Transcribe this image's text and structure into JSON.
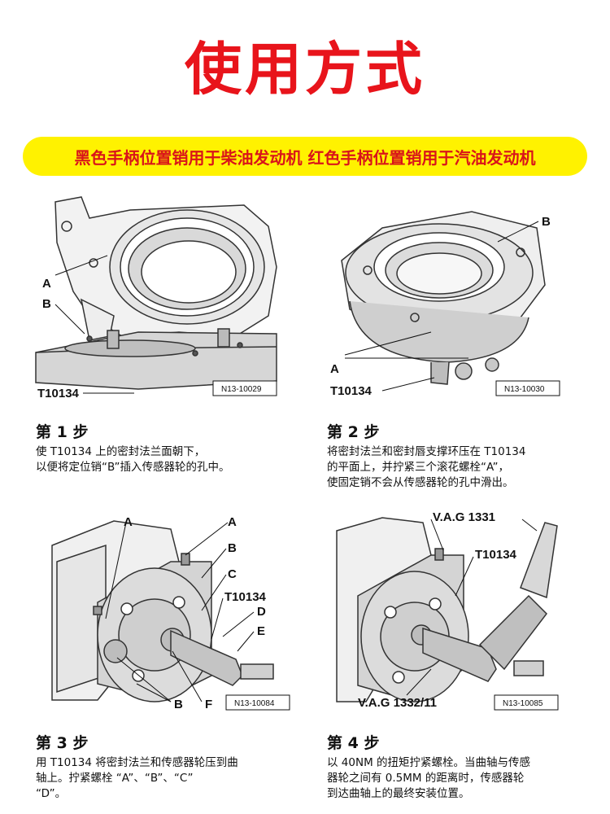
{
  "title": "使用方式",
  "banner": "黑色手柄位置销用于柴油发动机 红色手柄位置销用于汽油发动机",
  "figures": [
    {
      "ref": "N13-10029",
      "labels": {
        "a": "A",
        "b": "B",
        "tool": "T10134"
      }
    },
    {
      "ref": "N13-10030",
      "labels": {
        "b": "B",
        "a": "A",
        "tool": "T10134"
      }
    },
    {
      "ref": "N13-10084",
      "labels": {
        "a1": "A",
        "a2": "A",
        "b1": "B",
        "c": "C",
        "tool": "T10134",
        "d": "D",
        "e": "E",
        "b2": "B",
        "f": "F"
      }
    },
    {
      "ref": "N13-10085",
      "labels": {
        "vag1": "V.A.G 1331",
        "tool": "T10134",
        "vag2": "V.A.G 1332/11"
      }
    }
  ],
  "steps": [
    {
      "heading": "第 1 步",
      "lines": [
        "使 T10134 上的密封法兰面朝下，",
        "以便将定位销“B”插入传感器轮的孔中。"
      ]
    },
    {
      "heading": "第 2 步",
      "lines": [
        "将密封法兰和密封唇支撑环压在 T10134",
        "的平面上，并拧紧三个滚花螺栓“A”，",
        "使固定销不会从传感器轮的孔中滑出。"
      ]
    },
    {
      "heading": "第 3 步",
      "lines": [
        "用 T10134 将密封法兰和传感器轮压到曲",
        "轴上。拧紧螺栓 “A”、“B”、“C”",
        "“D”。"
      ]
    },
    {
      "heading": "第 4 步",
      "lines": [
        "以 40NM 的扭矩拧紧螺栓。当曲轴与传感",
        "器轮之间有 0.5MM 的距离时，传感器轮",
        "到达曲轴上的最终安装位置。"
      ]
    }
  ]
}
